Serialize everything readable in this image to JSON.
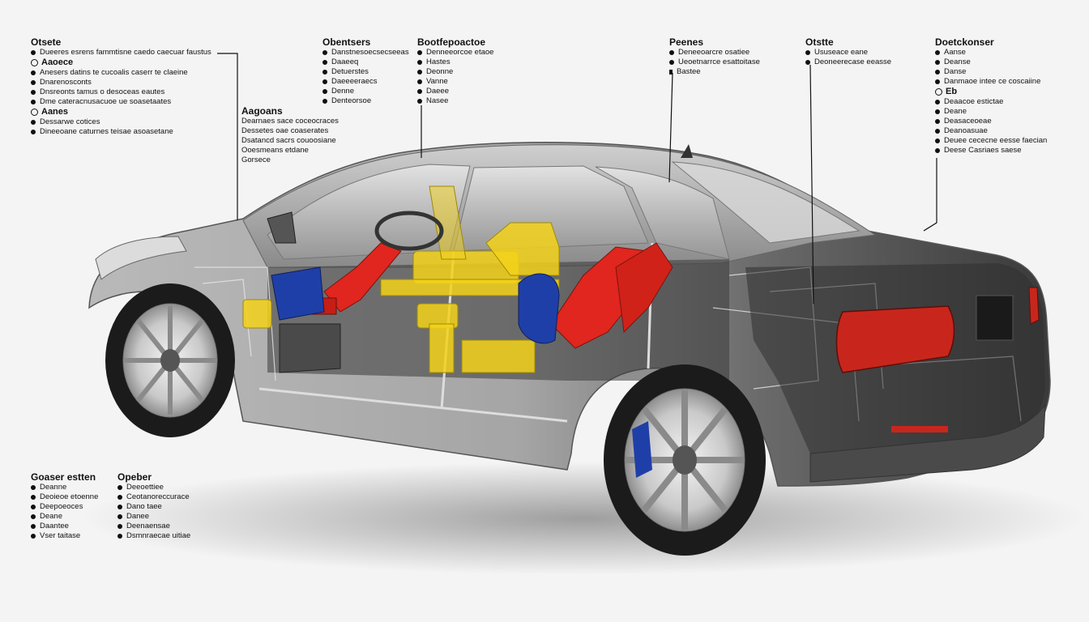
{
  "colors": {
    "background": "#f4f4f4",
    "body": "#9a9a9a",
    "dark_body": "#2e2e2e",
    "airbag_red": "#e0261e",
    "frame_yellow": "#f3d21a",
    "seat_blue": "#1f3fa8",
    "taillight": "#c8261c",
    "label_text": "#111111"
  },
  "groups": {
    "g1": {
      "title": "Otsete",
      "items": [
        "Dueeres esrens fammtisne caedo caecuar faustus",
        "Aaoece",
        "Anesers datins te cucoalis caserr te claeine",
        "Dnarenosconts",
        "Dnsreonts tamus o desoceas eautes",
        "Dme cateracnusacuoe ue soasetaates",
        "Aanes",
        "Dessarwe cotices",
        "Dineeoane caturnes teisae asoasetane"
      ]
    },
    "g2": {
      "title": "Aagoans",
      "items": [
        "Dearnaes sace coceocraces",
        "Dessetes oae coaserates",
        "Dsatancd sacrs couoosiane",
        "Ooesmeans etdane",
        "Gorsece"
      ]
    },
    "g3": {
      "title": "Obentsers",
      "items": [
        "Danstnesoecsecseeas",
        "Daaeeq",
        "Detuerstes",
        "Daeeeeraecs",
        "Denne",
        "Denteorsoe"
      ]
    },
    "g4": {
      "title": "Bootfepoactoe",
      "items": [
        "Denneeorcoe etaoe",
        "Hastes",
        "Deonne",
        "Vanne",
        "Daeee",
        "Nasee"
      ]
    },
    "g5": {
      "title": "Peenes",
      "items": [
        "Deneeoarcre osatiee",
        "Ueoetnarrce esattoitase",
        "Bastee"
      ]
    },
    "g6": {
      "title": "Otstte",
      "items": [
        "Ususeace eane",
        "Deoneerecase eeasse"
      ]
    },
    "g7": {
      "title": "Doetckonser",
      "items": [
        "Aanse",
        "Deanse",
        "Danse",
        "Danmaoe intee ce coscaiine",
        "Eb",
        "Deaacoe estictae",
        "Deane",
        "Deasaceoeae",
        "Deanoasuae",
        "Deuee cececne eesse faecian",
        "Deese Casriaes saese"
      ]
    },
    "g8": {
      "title": "Goaser estten",
      "items": [
        "Deanne",
        "Deoieoe etoenne",
        "Deepoeoces",
        "Deane",
        "Daantee",
        "Vser taitase"
      ]
    },
    "g9": {
      "title": "Opeber",
      "items": [
        "Deeoettiee",
        "Ceotanoreccurace",
        "Dano taee",
        "Danee",
        "Deenaensae",
        "Dsmnraecae uitiae"
      ]
    }
  }
}
